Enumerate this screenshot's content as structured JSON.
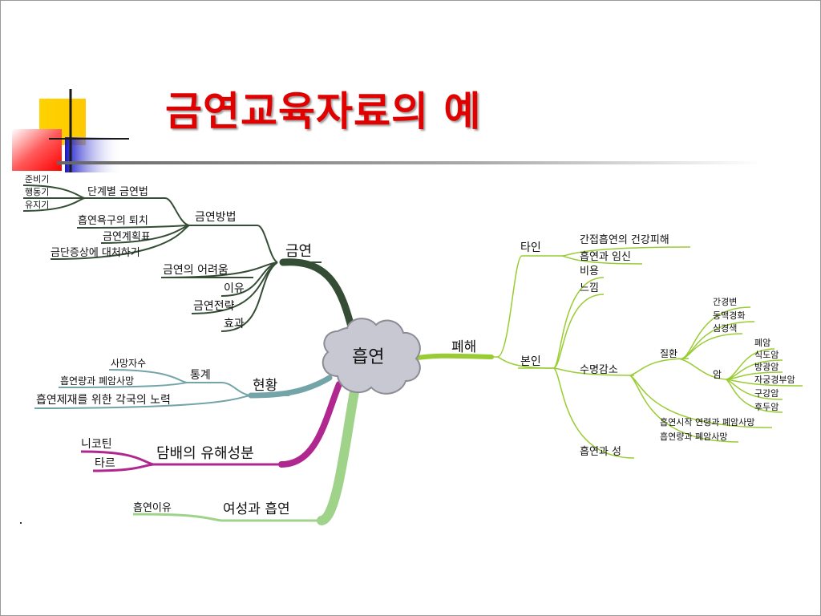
{
  "title": "금연교육자료의 예",
  "colors": {
    "title": "#e00000",
    "smoking_cessation": "#344d34",
    "status": "#73a4a8",
    "harmful": "#b0288f",
    "women": "#9fd38a",
    "harm": "#99cc33",
    "center_cloud": "#c8c8d2"
  },
  "center": {
    "label": "흡연",
    "icon": "cloud-shape"
  },
  "left": {
    "cessation": {
      "label": "금연",
      "methods": {
        "label": "금연방법",
        "stages": {
          "label": "단계별 금연법",
          "items": [
            "준비기",
            "행동기",
            "유지기"
          ]
        },
        "items": [
          "흡연욕구의 퇴치",
          "금연계획표",
          "금단증상에 대처하기"
        ]
      },
      "items": [
        "금연의 어려움",
        "이유",
        "금연전략",
        "효과"
      ]
    },
    "status": {
      "label": "현황",
      "statistics": {
        "label": "통계",
        "items": [
          "사망자수",
          "흡연량과 폐암사망"
        ]
      },
      "items": [
        "흡연제재를 위한 각국의 노력"
      ]
    },
    "harmful": {
      "label": "담배의 유해성분",
      "items": [
        "니코틴",
        "타르"
      ]
    },
    "women": {
      "label": "여성과 흡연",
      "items": [
        "흡연이유"
      ]
    }
  },
  "right": {
    "harm": {
      "label": "폐해",
      "others": {
        "label": "타인",
        "items": [
          "간접흡연의 건강피해",
          "흡연과 임신"
        ]
      },
      "self": {
        "label": "본인",
        "cost": "비용",
        "feel": "느낌",
        "life": {
          "label": "수명감소",
          "disease": {
            "label": "질환",
            "diseases": [
              "간경변",
              "동맥경화",
              "심경색"
            ],
            "cancer": {
              "label": "암",
              "items": [
                "폐암",
                "식도암",
                "방광암",
                "자궁경부암",
                "구강암",
                "후두암"
              ]
            }
          },
          "items": [
            "흡연시작 연령과 폐암사망",
            "흡연량과 폐암사망"
          ]
        },
        "sex": "흡연과 성"
      }
    }
  }
}
